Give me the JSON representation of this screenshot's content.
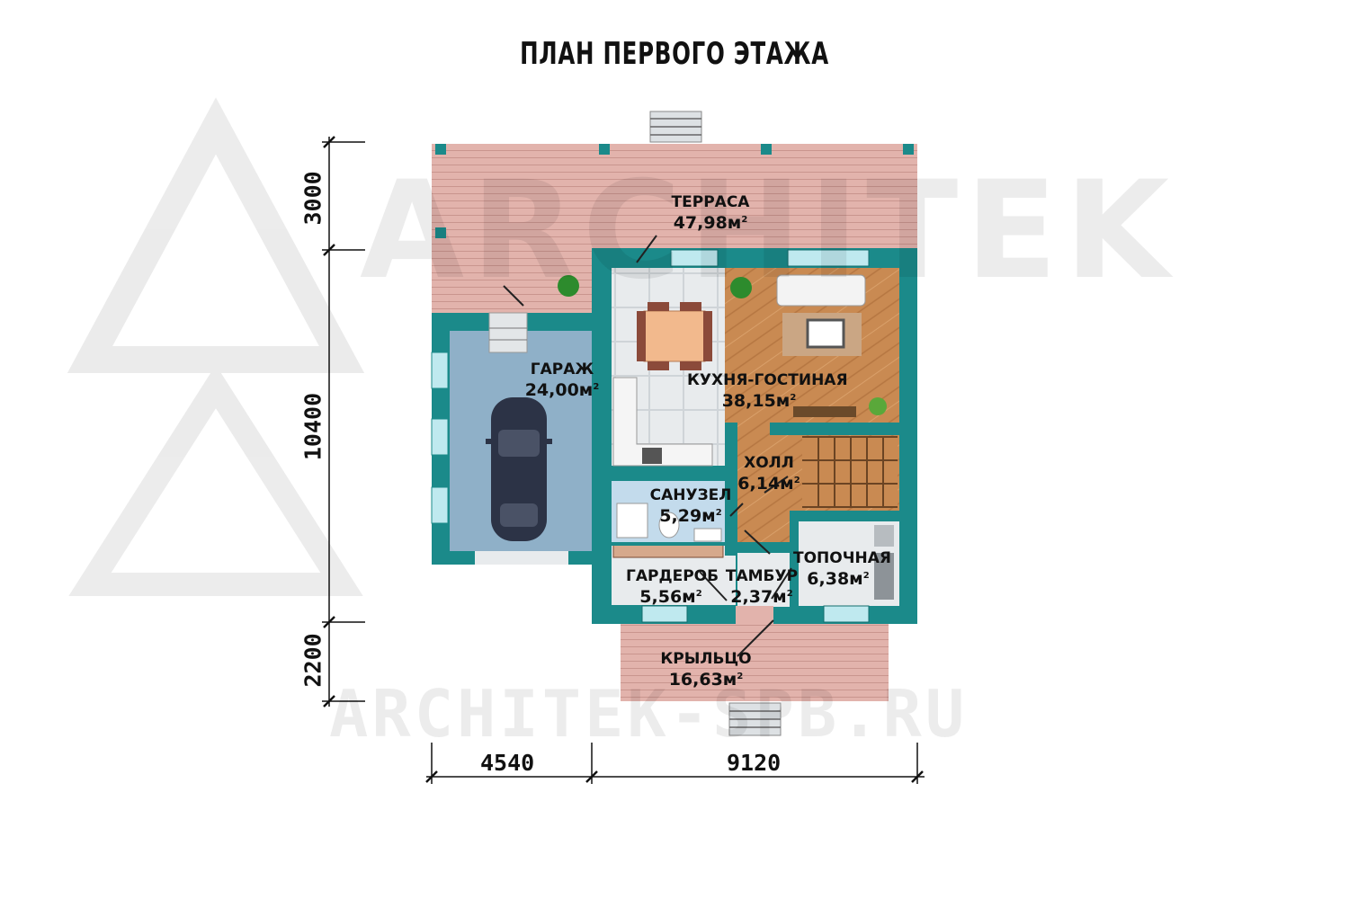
{
  "title": "ПЛАН ПЕРВОГО ЭТАЖА",
  "watermark": {
    "logo_text": "ARCHITEK",
    "url_text": "ARCHITEK-SPB.RU"
  },
  "rooms": [
    {
      "name": "ТЕРРАСА",
      "area": "47,98м",
      "sup": "2"
    },
    {
      "name": "ГАРАЖ",
      "area": "24,00м",
      "sup": "2"
    },
    {
      "name": "КУХНЯ-ГОСТИНАЯ",
      "area": "38,15м",
      "sup": "2"
    },
    {
      "name": "ХОЛЛ",
      "area": "6,14м",
      "sup": "2"
    },
    {
      "name": "САНУЗЕЛ",
      "area": "5,29м",
      "sup": "2"
    },
    {
      "name": "ТОПОЧНАЯ",
      "area": "6,38м",
      "sup": "2"
    },
    {
      "name": "ГАРДЕРОБ",
      "area": "5,56м",
      "sup": "2"
    },
    {
      "name": "ТАМБУР",
      "area": "2,37м",
      "sup": "2"
    },
    {
      "name": "КРЫЛЬЦО",
      "area": "16,63м",
      "sup": "2"
    }
  ],
  "dimensions": {
    "left": [
      "3000",
      "10400",
      "2200"
    ],
    "bottom": [
      "4540",
      "9120"
    ]
  },
  "colors": {
    "wall": "#1b8a8a",
    "wall_dark": "#136d6d",
    "deck": "#e2b3ac",
    "garage_floor": "#8fb0c8",
    "tile": "#e9ecee",
    "wood": "#c98a52",
    "window": "#bfe9ef"
  }
}
